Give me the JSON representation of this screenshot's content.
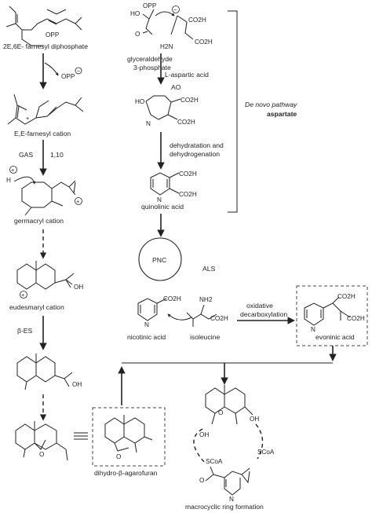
{
  "labels": {
    "farnesyl_diphosphate": "2E,6E- farnesyl diphosphate",
    "opp_leaving": "OPP",
    "farnesyl_cation": "E,E-farnesyl cation",
    "gas": "GAS",
    "cyclization": "1,10",
    "germacryl_cation": "germacryl cation",
    "eudesmaryl_cation": "eudesmaryl cation",
    "beta_es": "β-ES",
    "glyceraldehyde": "glyceraldehyde",
    "glyceraldehyde_2": "3-phosphate",
    "l_aspartic_acid": "L-aspartic acid",
    "ao": "AO",
    "dehydration_1": "dehydratation and",
    "dehydration_2": "dehydrogenation",
    "quinolinic_acid": "quinolinic acid",
    "de_novo_1": "De novo pathway",
    "de_novo_2": "aspartate",
    "pnc": "PNC",
    "als": "ALS",
    "nicotinic_acid": "nicotinic acid",
    "isoleucine": "isoleucine",
    "oxidative_1": "oxidative",
    "oxidative_2": "decarboxylation",
    "evoninic_acid": "evoninic acid",
    "dihydro_agarofuran": "dihydro-β-agarofuran",
    "macrocyclic": "macrocyclic ring formation"
  },
  "atoms": {
    "opp": "OPP",
    "ho": "HO",
    "o": "O",
    "h2n": "H2N",
    "nh2": "NH2",
    "co2h": "CO2H",
    "n": "N",
    "h": "H",
    "oh": "OH",
    "scoa": "SCoA",
    "plus": "+",
    "minus": "−"
  }
}
